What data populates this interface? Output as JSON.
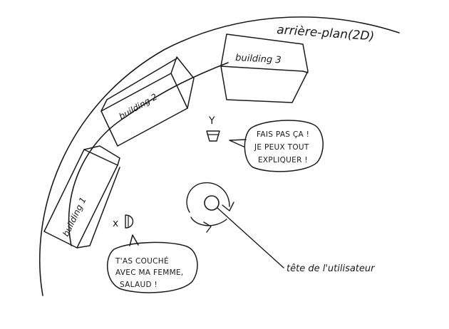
{
  "labels": {
    "background": "arrière-plan(2D)",
    "building1": "building 1",
    "building2": "building 2",
    "building3": "building 3",
    "user_head": "tête de l'utilisateur"
  },
  "bubbles": {
    "left": {
      "lines": [
        "T'AS COUCHÉ",
        "AVEC MA FEMME,",
        "SALAUD !"
      ]
    },
    "right": {
      "lines": [
        "FAIS PAS ÇA !",
        "JE PEUX TOUT",
        "EXPLIQUER !"
      ]
    }
  },
  "characters": {
    "left_symbol": "x",
    "top_symbol": "Y"
  }
}
